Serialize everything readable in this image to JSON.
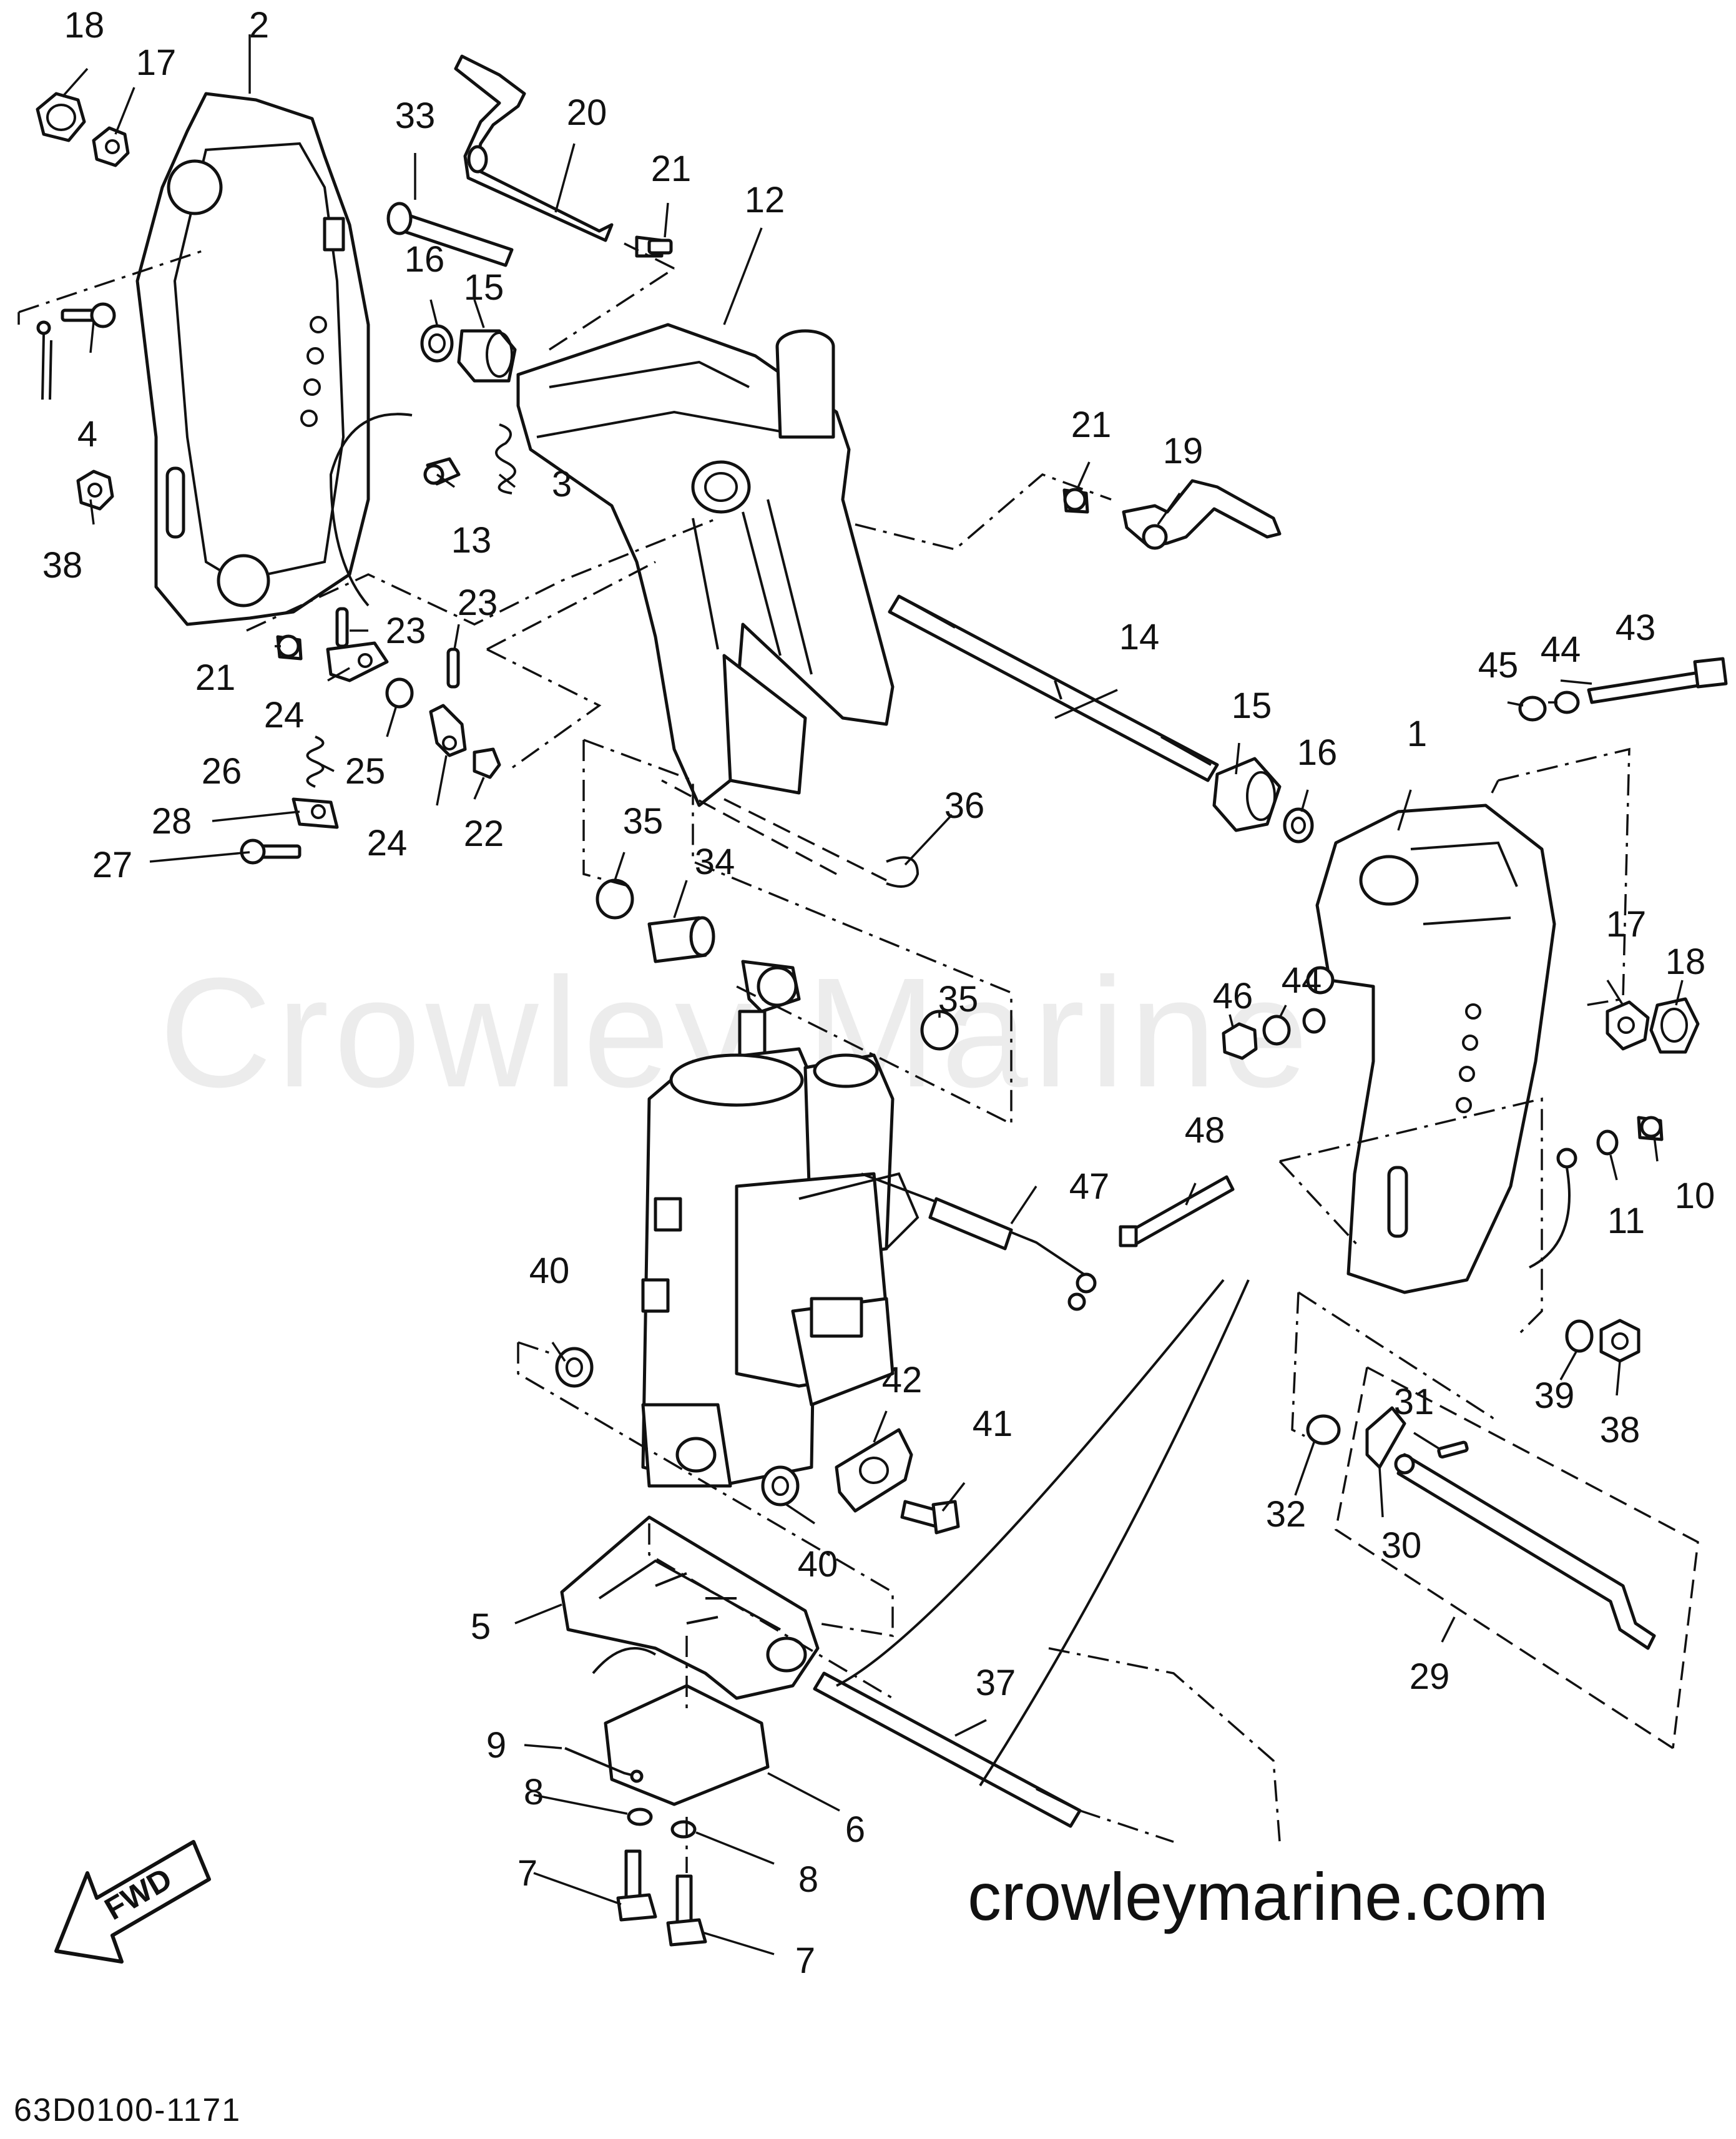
{
  "diagram": {
    "watermark": "Crowley Marine",
    "website": "crowleymarine.com",
    "diagram_code": "63D0100-1171",
    "direction_label": "FWD",
    "callouts": [
      {
        "id": "c18a",
        "label": "18"
      },
      {
        "id": "c2",
        "label": "2"
      },
      {
        "id": "c17a",
        "label": "17"
      },
      {
        "id": "c33",
        "label": "33"
      },
      {
        "id": "c20",
        "label": "20"
      },
      {
        "id": "c21a",
        "label": "21"
      },
      {
        "id": "c12",
        "label": "12"
      },
      {
        "id": "c16a",
        "label": "16"
      },
      {
        "id": "c15a",
        "label": "15"
      },
      {
        "id": "c4",
        "label": "4"
      },
      {
        "id": "c3",
        "label": "3"
      },
      {
        "id": "c13",
        "label": "13"
      },
      {
        "id": "c38a",
        "label": "38"
      },
      {
        "id": "c21b",
        "label": "21"
      },
      {
        "id": "c19",
        "label": "19"
      },
      {
        "id": "c23a",
        "label": "23"
      },
      {
        "id": "c23b",
        "label": "23"
      },
      {
        "id": "c21c",
        "label": "21"
      },
      {
        "id": "c24a",
        "label": "24"
      },
      {
        "id": "c26",
        "label": "26"
      },
      {
        "id": "c25",
        "label": "25"
      },
      {
        "id": "c24b",
        "label": "24"
      },
      {
        "id": "c22",
        "label": "22"
      },
      {
        "id": "c28",
        "label": "28"
      },
      {
        "id": "c27",
        "label": "27"
      },
      {
        "id": "c14",
        "label": "14"
      },
      {
        "id": "c45",
        "label": "45"
      },
      {
        "id": "c44a",
        "label": "44"
      },
      {
        "id": "c43",
        "label": "43"
      },
      {
        "id": "c15b",
        "label": "15"
      },
      {
        "id": "c16b",
        "label": "16"
      },
      {
        "id": "c1",
        "label": "1"
      },
      {
        "id": "c36",
        "label": "36"
      },
      {
        "id": "c35a",
        "label": "35"
      },
      {
        "id": "c34",
        "label": "34"
      },
      {
        "id": "c35b",
        "label": "35"
      },
      {
        "id": "c17b",
        "label": "17"
      },
      {
        "id": "c18b",
        "label": "18"
      },
      {
        "id": "c46",
        "label": "46"
      },
      {
        "id": "c44b",
        "label": "44"
      },
      {
        "id": "c48",
        "label": "48"
      },
      {
        "id": "c10",
        "label": "10"
      },
      {
        "id": "c11",
        "label": "11"
      },
      {
        "id": "c47",
        "label": "47"
      },
      {
        "id": "c40a",
        "label": "40"
      },
      {
        "id": "c42",
        "label": "42"
      },
      {
        "id": "c41",
        "label": "41"
      },
      {
        "id": "c39",
        "label": "39"
      },
      {
        "id": "c38b",
        "label": "38"
      },
      {
        "id": "c31",
        "label": "31"
      },
      {
        "id": "c32",
        "label": "32"
      },
      {
        "id": "c30",
        "label": "30"
      },
      {
        "id": "c40b",
        "label": "40"
      },
      {
        "id": "c5",
        "label": "5"
      },
      {
        "id": "c37",
        "label": "37"
      },
      {
        "id": "c29",
        "label": "29"
      },
      {
        "id": "c9",
        "label": "9"
      },
      {
        "id": "c8a",
        "label": "8"
      },
      {
        "id": "c6",
        "label": "6"
      },
      {
        "id": "c7a",
        "label": "7"
      },
      {
        "id": "c8b",
        "label": "8"
      },
      {
        "id": "c7b",
        "label": "7"
      }
    ]
  }
}
